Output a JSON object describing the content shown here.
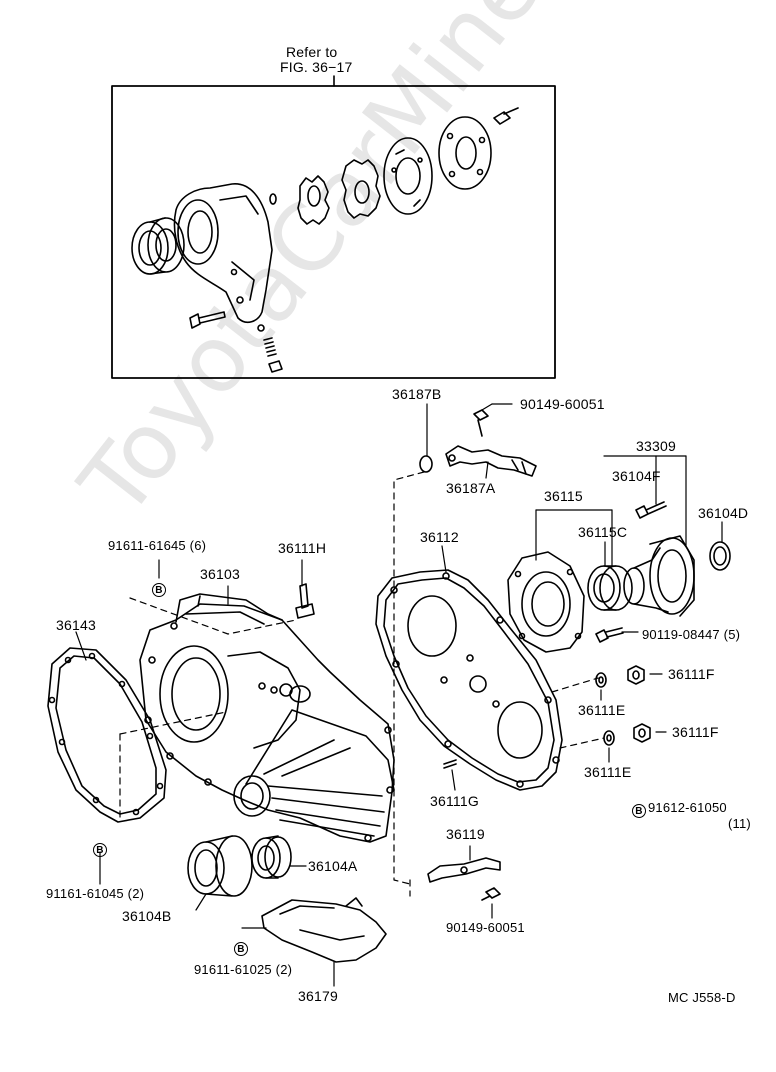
{
  "watermark": "ToyotaCarMine.ru",
  "diagram_code": "MC  J558-D",
  "refer_note": {
    "line1": "Refer to",
    "line2": "FIG. 36−17"
  },
  "badge_letter": "B",
  "labels": {
    "p36187B": "36187B",
    "p90149_60051_top": "90149-60051",
    "p36187A": "36187A",
    "p33309": "33309",
    "p36104F": "36104F",
    "p36104D": "36104D",
    "p36115": "36115",
    "p36115C": "36115C",
    "p36112": "36112",
    "p90119_08447": "90119-08447 (5)",
    "p91611_61645": "91611-61645 (6)",
    "p36111H": "36111H",
    "p36103": "36103",
    "p36143": "36143",
    "p36111F_1": "36111F",
    "p36111E_1": "36111E",
    "p36111F_2": "36111F",
    "p36111E_2": "36111E",
    "p36111G": "36111G",
    "p91612_61050": "91612-61050",
    "p91612_qty": "(11)",
    "p36119": "36119",
    "p91161_61045": "91161-61045 (2)",
    "p36104A": "36104A",
    "p36104B": "36104B",
    "p90149_60051_bot": "90149-60051",
    "p91611_61025": "91611-61025 (2)",
    "p36179": "36179"
  }
}
